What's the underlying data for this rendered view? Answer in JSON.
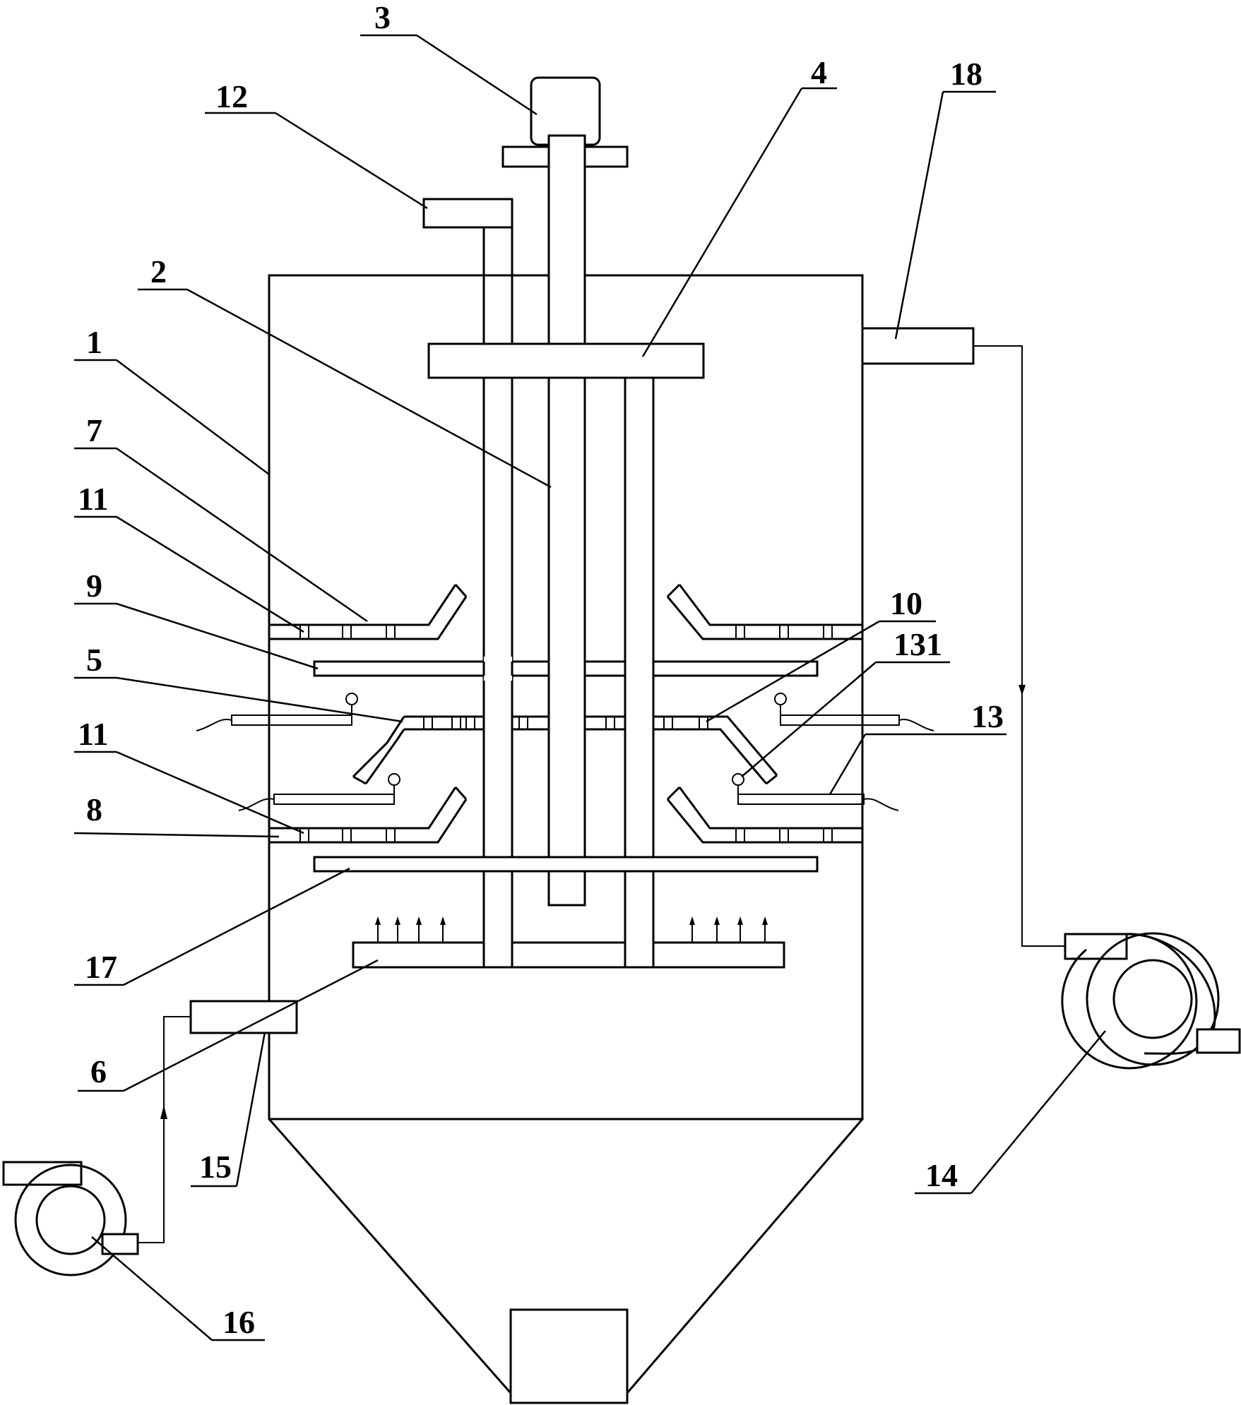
{
  "labels": {
    "l1": "1",
    "l2": "2",
    "l3": "3",
    "l4": "4",
    "l5": "5",
    "l6": "6",
    "l7": "7",
    "l8": "8",
    "l9": "9",
    "l10": "10",
    "l11a": "11",
    "l11b": "11",
    "l12": "12",
    "l13": "13",
    "l131": "131",
    "l14": "14",
    "l15": "15",
    "l16": "16",
    "l17": "17",
    "l18": "18"
  }
}
